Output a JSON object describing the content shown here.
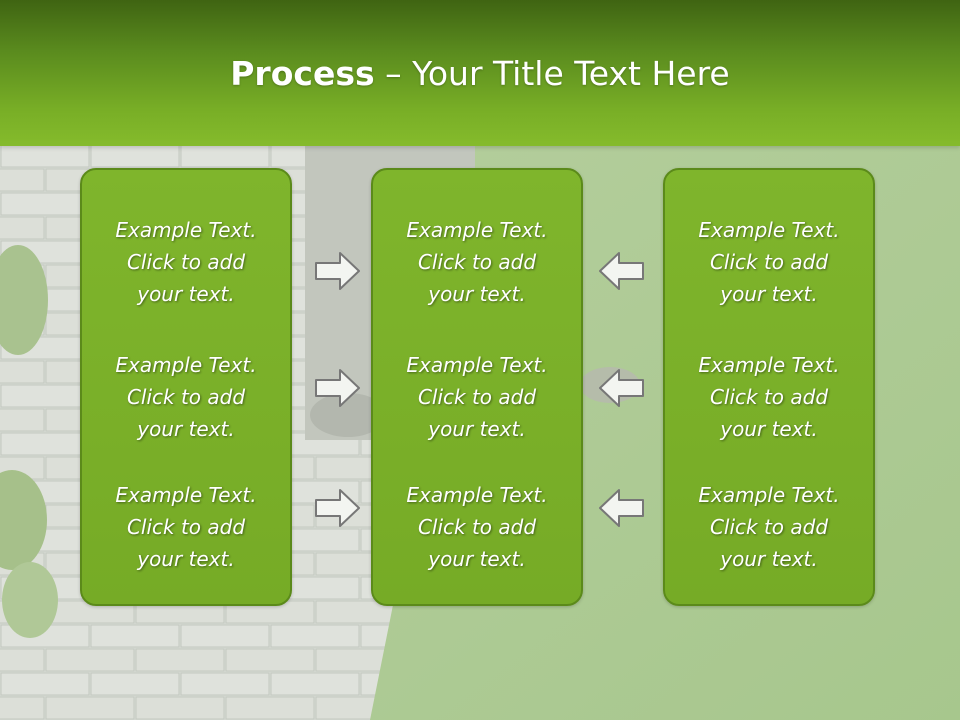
{
  "title": {
    "bold": "Process",
    "rest": " – Your Title Text Here"
  },
  "panels": [
    {
      "blocks": [
        {
          "line1": "Example Text.",
          "line2": "Click  to add",
          "line3": "your text."
        },
        {
          "line1": "Example Text.",
          "line2": "Click  to add",
          "line3": "your text."
        },
        {
          "line1": "Example Text.",
          "line2": "Click  to add",
          "line3": "your text."
        }
      ]
    },
    {
      "blocks": [
        {
          "line1": "Example Text.",
          "line2": "Click  to add",
          "line3": "your text."
        },
        {
          "line1": "Example Text.",
          "line2": "Click  to add",
          "line3": "your text."
        },
        {
          "line1": "Example Text.",
          "line2": "Click  to add",
          "line3": "your text."
        }
      ]
    },
    {
      "blocks": [
        {
          "line1": "Example Text.",
          "line2": "Click  to add",
          "line3": "your text."
        },
        {
          "line1": "Example Text.",
          "line2": "Click  to add",
          "line3": "your text."
        },
        {
          "line1": "Example Text.",
          "line2": "Click  to add",
          "line3": "your text."
        }
      ]
    }
  ],
  "arrows": {
    "left_group": "arrow-right-icon",
    "right_group": "arrow-left-icon"
  },
  "colors": {
    "header_dark": "#3f6412",
    "header_light": "#85bb2c",
    "panel_fill": "#7ab02a",
    "panel_border": "#5b8a1a",
    "text": "#ffffff"
  }
}
